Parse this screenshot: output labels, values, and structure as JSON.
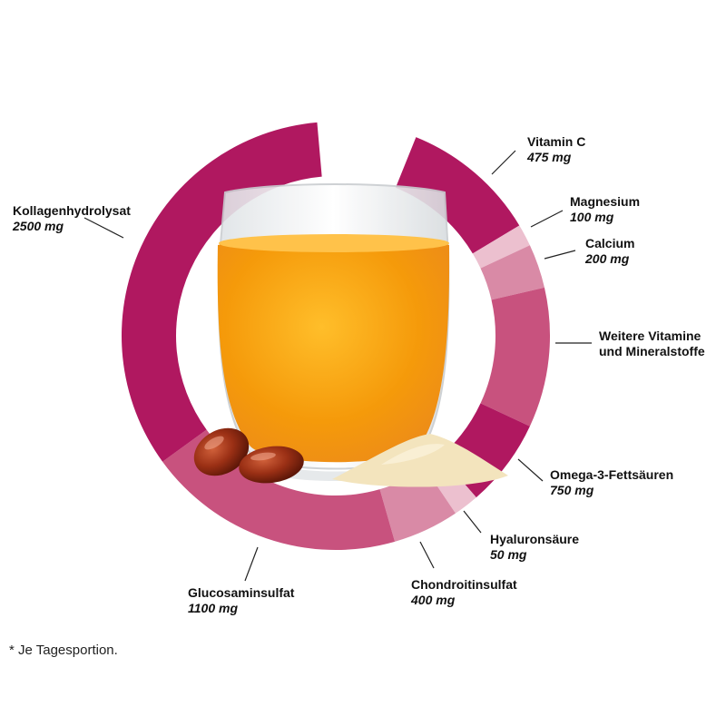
{
  "colors": {
    "magenta": "#b01860",
    "rose": "#c8527e",
    "pink_mid": "#d98aa6",
    "pink_light": "#ecc0cf",
    "drink_orange": "#f5a00c",
    "capsule_brown": "#8a2a12",
    "powder": "#f3e4bd"
  },
  "segments": [
    {
      "key": "vitamin_c",
      "name": "Vitamin C",
      "amount": "475 mg",
      "color": "magenta"
    },
    {
      "key": "magnesium",
      "name": "Magnesium",
      "amount": "100 mg",
      "color": "pink_light"
    },
    {
      "key": "calcium",
      "name": "Calcium",
      "amount": "200 mg",
      "color": "pink_mid"
    },
    {
      "key": "weitere",
      "name": "Weitere Vitamine",
      "name2": "und Mineralstoffe",
      "amount": "",
      "color": "rose"
    },
    {
      "key": "omega",
      "name": "Omega-3-Fettsäuren",
      "amount": "750 mg",
      "color": "magenta"
    },
    {
      "key": "hyaluron",
      "name": "Hyaluronsäure",
      "amount": "50 mg",
      "color": "pink_light"
    },
    {
      "key": "chondroitin",
      "name": "Chondroitinsulfat",
      "amount": "400 mg",
      "color": "pink_mid"
    },
    {
      "key": "glucosamin",
      "name": "Glucosaminsulfat",
      "amount": "1100 mg",
      "color": "rose"
    },
    {
      "key": "kollagen",
      "name": "Kollagenhydrolysat",
      "amount": "2500 mg",
      "color": "magenta"
    }
  ],
  "footnote": "* Je Tagesportion."
}
